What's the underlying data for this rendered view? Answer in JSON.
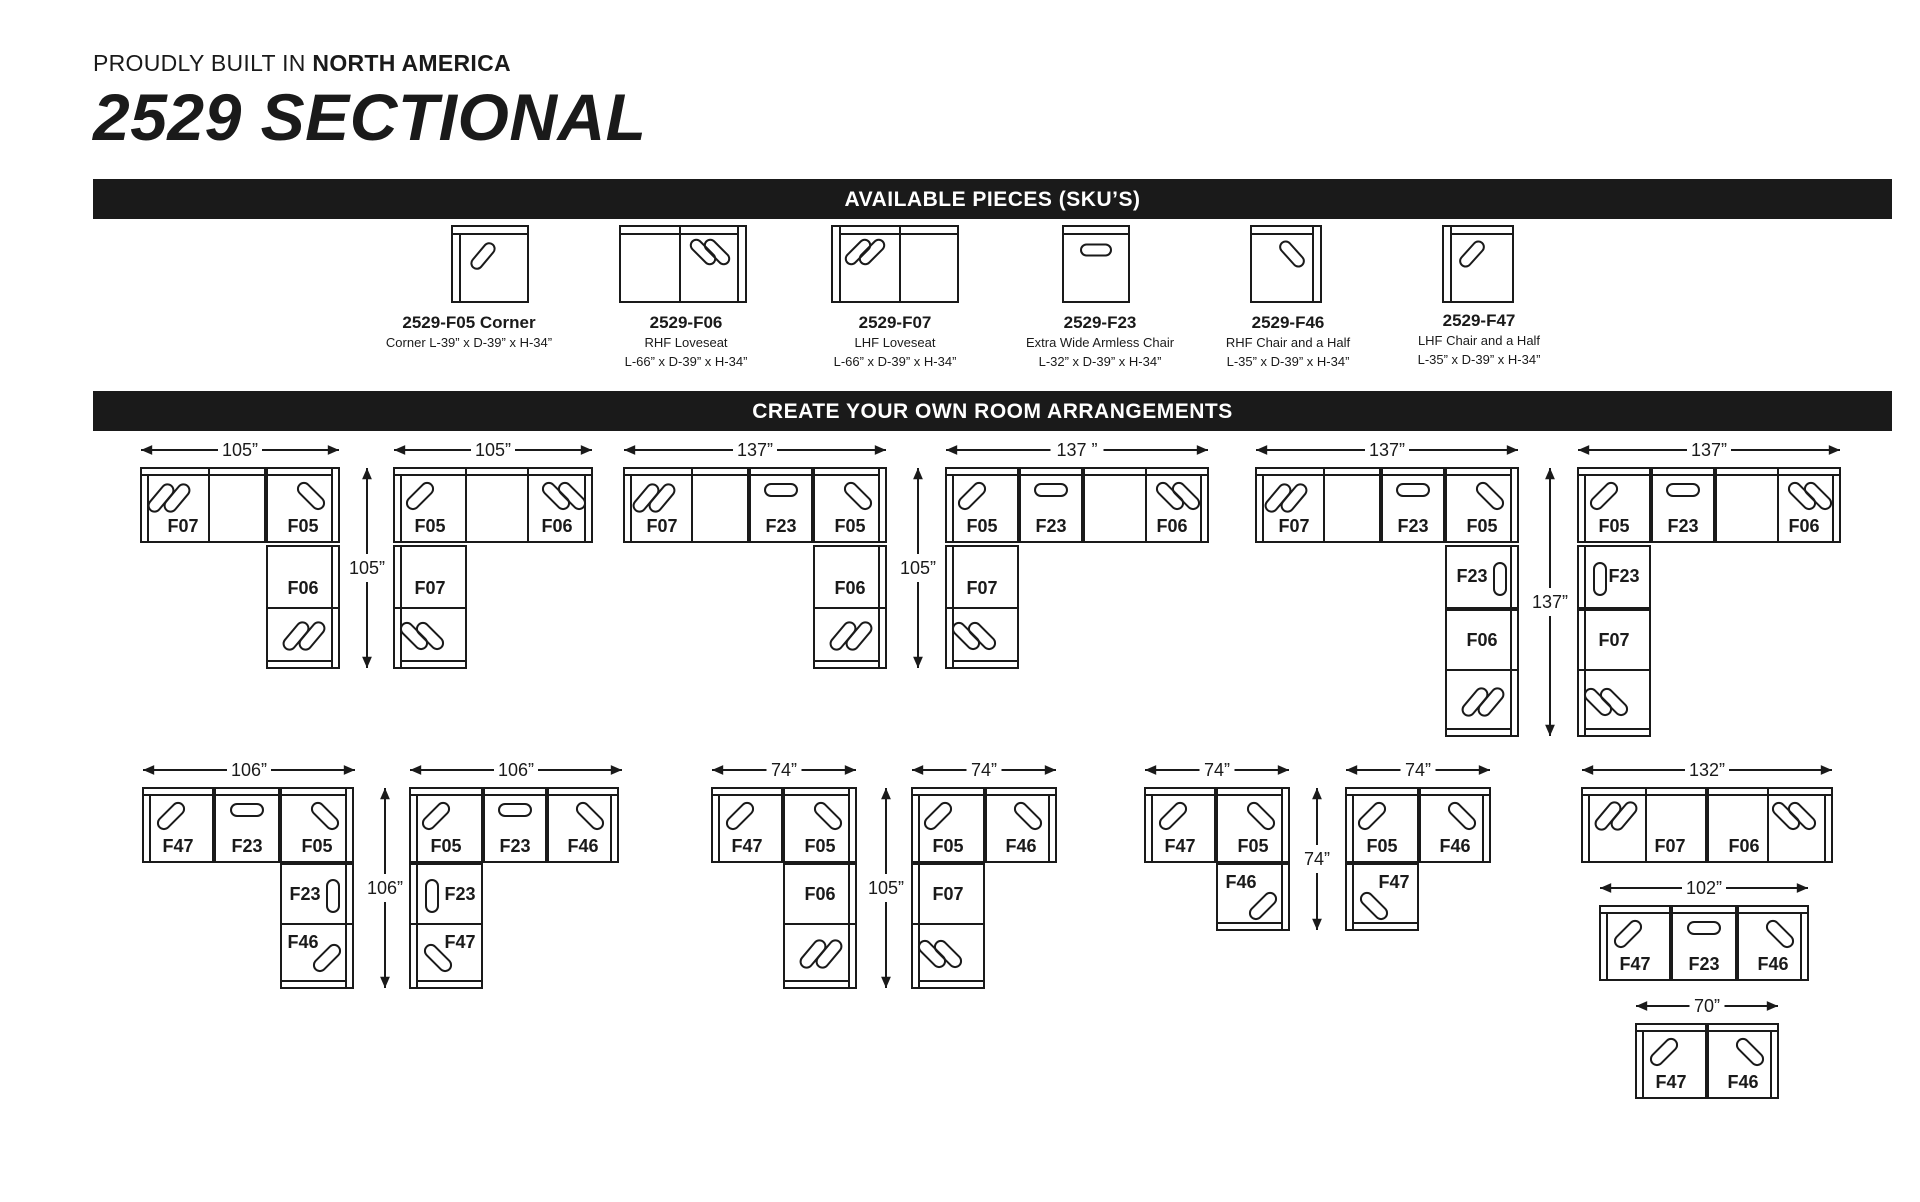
{
  "header": {
    "tagline_prefix": "PROUDLY BUILT IN ",
    "tagline_bold": "NORTH AMERICA",
    "title": "2529 SECTIONAL"
  },
  "sections": {
    "pieces_title": "AVAILABLE PIECES (SKU’S)",
    "arrangements_title": "CREATE YOUR OWN ROOM ARRANGEMENTS"
  },
  "pieces": [
    {
      "type": "corner",
      "sku": "2529-F05 Corner",
      "line1": "Corner L-39” x D-39” x H-34”",
      "line2": ""
    },
    {
      "type": "rhf-love",
      "sku": "2529-F06",
      "line1": "RHF Loveseat",
      "line2": "L-66” x D-39” x H-34”"
    },
    {
      "type": "lhf-love",
      "sku": "2529-F07",
      "line1": "LHF Loveseat",
      "line2": "L-66” x D-39” x H-34”"
    },
    {
      "type": "armless",
      "sku": "2529-F23",
      "line1": "Extra Wide Armless Chair",
      "line2": "L-32” x D-39” x H-34”"
    },
    {
      "type": "rhf-chair",
      "sku": "2529-F46",
      "line1": "RHF Chair and a Half",
      "line2": "L-35” x D-39” x H-34”"
    },
    {
      "type": "lhf-chair",
      "sku": "2529-F47",
      "line1": "LHF Chair and a Half",
      "line2": "L-35” x D-39” x H-34”"
    }
  ],
  "arrangements": [
    {
      "width": "105”",
      "height": "105”",
      "labels": [
        "F07",
        "F05",
        "F06"
      ]
    },
    {
      "width": "105”",
      "labels": [
        "F05",
        "F06",
        "F07"
      ]
    },
    {
      "width": "137”",
      "height": "105”",
      "labels": [
        "F07",
        "F23",
        "F05",
        "F06"
      ]
    },
    {
      "width": "137 ”",
      "labels": [
        "F05",
        "F23",
        "F06",
        "F07"
      ]
    },
    {
      "width": "137”",
      "height": "137”",
      "labels": [
        "F07",
        "F23",
        "F05",
        "F23",
        "F06"
      ]
    },
    {
      "width": "137”",
      "labels": [
        "F05",
        "F23",
        "F06",
        "F23",
        "F07"
      ]
    },
    {
      "width": "106”",
      "height": "106”",
      "labels": [
        "F47",
        "F23",
        "F05",
        "F23",
        "F46"
      ]
    },
    {
      "width": "106”",
      "labels": [
        "F05",
        "F23",
        "F46",
        "F23",
        "F47"
      ]
    },
    {
      "width": "74”",
      "height": "105”",
      "labels": [
        "F47",
        "F05",
        "F06"
      ]
    },
    {
      "width": "74”",
      "labels": [
        "F05",
        "F46",
        "F07"
      ]
    },
    {
      "width": "74”",
      "height": "74”",
      "labels": [
        "F47",
        "F05",
        "F46"
      ]
    },
    {
      "width": "74”",
      "labels": [
        "F05",
        "F46",
        "F47"
      ]
    },
    {
      "width": "132”",
      "labels": [
        "F07",
        "F06"
      ]
    },
    {
      "width": "102”",
      "labels": [
        "F47",
        "F23",
        "F46"
      ]
    },
    {
      "width": "70”",
      "labels": [
        "F47",
        "F46"
      ]
    }
  ],
  "colors": {
    "ink": "#1a1a1a",
    "paper": "#ffffff"
  }
}
